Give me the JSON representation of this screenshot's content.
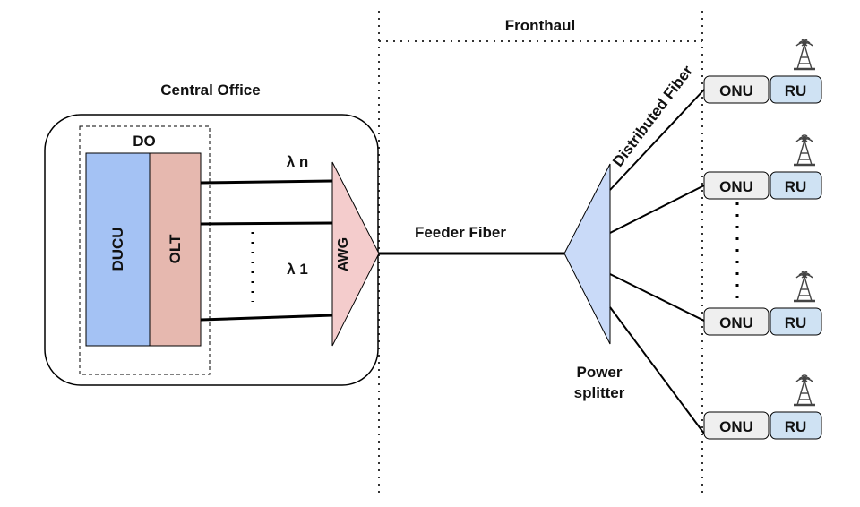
{
  "labels": {
    "central_office": "Central Office",
    "fronthaul": "Fronthaul",
    "do": "DO",
    "ducu": "DUCU",
    "olt": "OLT",
    "awg": "AWG",
    "lambda_n": "λ n",
    "lambda_1": "λ 1",
    "feeder_fiber": "Feeder Fiber",
    "distributed_fiber": "Distributed Fiber",
    "power_splitter_line1": "Power",
    "power_splitter_line2": "splitter"
  },
  "units": [
    {
      "onu": "ONU",
      "ru": "RU"
    },
    {
      "onu": "ONU",
      "ru": "RU"
    },
    {
      "onu": "ONU",
      "ru": "RU"
    },
    {
      "onu": "ONU",
      "ru": "RU"
    }
  ],
  "colors": {
    "ducu_fill": "#a4c2f4",
    "olt_fill": "#e6b8af",
    "awg_fill": "#f4cccc",
    "splitter_fill": "#c9daf8",
    "onu_fill": "#efefef",
    "ru_fill": "#cfe2f3",
    "line": "#000000"
  },
  "icons": {
    "antenna": "antenna-tower-icon"
  }
}
